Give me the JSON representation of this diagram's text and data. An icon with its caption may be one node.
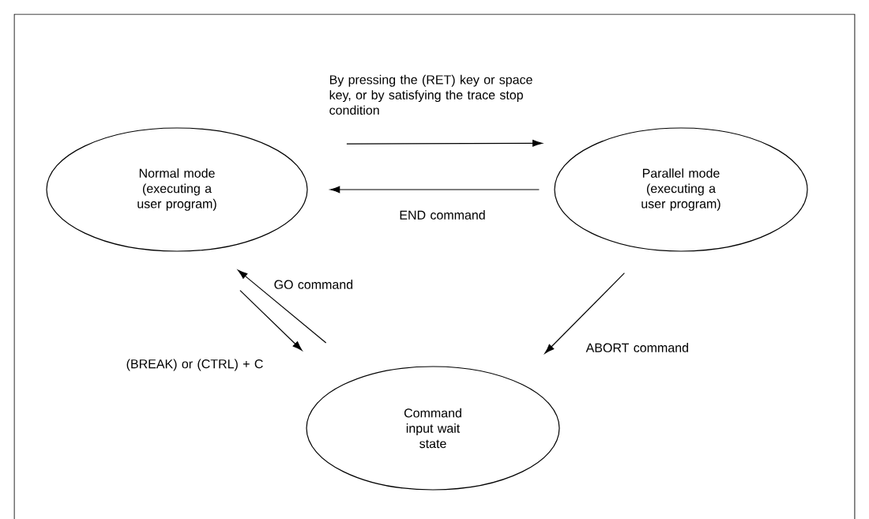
{
  "diagram": {
    "nodes": [
      {
        "text": [
          "Normal mode (executing a user program)"
        ]
      },
      {
        "text": [
          "Parallel mode (executing a user program)"
        ]
      },
      {
        "text": [
          "Command input wait state"
        ]
      }
    ],
    "edges": [
      {
        "from": 0,
        "to": 1,
        "arrow": "to",
        "label": "By pressing the (RET) key or space key, or by satisfying the trace stop condition"
      },
      {
        "from": 1,
        "to": 0,
        "arrow": "to",
        "label": "END command"
      },
      {
        "from": 2,
        "to": 0,
        "arrow": "to",
        "label": "GO command"
      },
      {
        "from": 0,
        "to": 2,
        "arrow": "to",
        "label": "(BREAK) or (CTRL) + C"
      },
      {
        "from": 1,
        "to": 2,
        "arrow": "to",
        "label": "ABORT command"
      }
    ]
  }
}
